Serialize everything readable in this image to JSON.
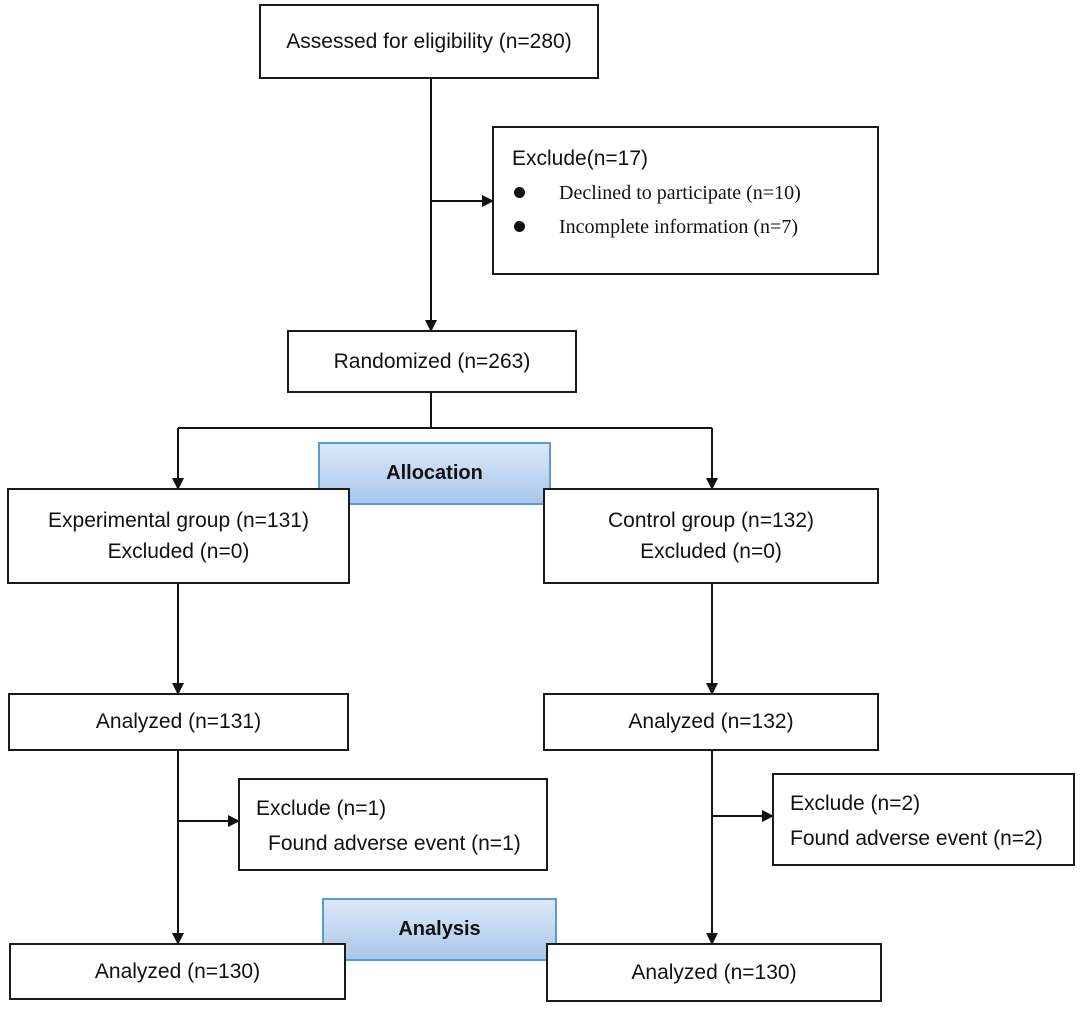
{
  "flow": {
    "assessed": "Assessed for eligibility (n=280)",
    "exclude_top": {
      "heading": "Exclude(n=17)",
      "items": [
        "Declined to participate (n=10)",
        "Incomplete information (n=7)"
      ]
    },
    "randomized": "Randomized (n=263)",
    "allocation_label": "Allocation",
    "experimental": {
      "line1": "Experimental group (n=131)",
      "line2": "Excluded (n=0)"
    },
    "control": {
      "line1": "Control group (n=132)",
      "line2": "Excluded (n=0)"
    },
    "analyzed_exp_1": "Analyzed (n=131)",
    "analyzed_ctrl_1": "Analyzed (n=132)",
    "exclude_exp": {
      "line1": "Exclude (n=1)",
      "line2": "Found adverse event (n=1)"
    },
    "exclude_ctrl": {
      "line1": "Exclude (n=2)",
      "line2": "Found adverse event (n=2)"
    },
    "analysis_label": "Analysis",
    "analyzed_exp_2": "Analyzed (n=130)",
    "analyzed_ctrl_2": "Analyzed (n=130)"
  }
}
